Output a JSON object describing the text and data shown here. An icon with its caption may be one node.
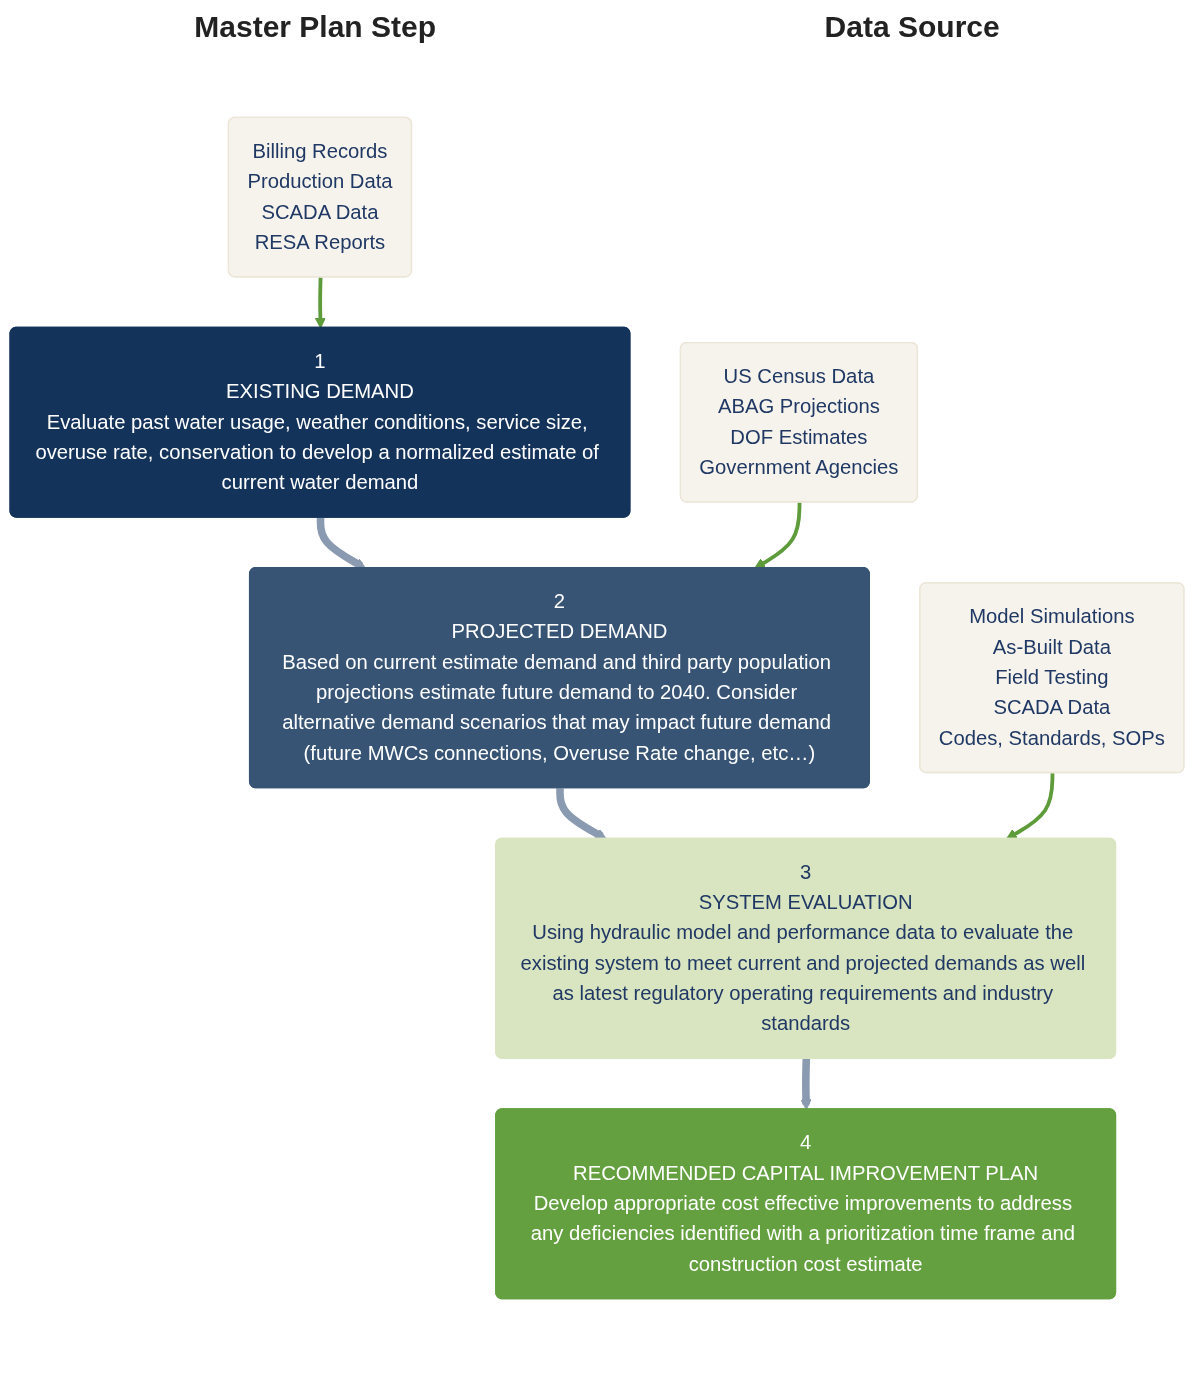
{
  "diagram": {
    "nodes": [
      {
        "text": [
          "1",
          "EXISTING DEMAND",
          "Evaluate past water usage, weather conditions, service size, overuse rate, conservation to develop a normalized estimate of current water demand"
        ]
      },
      {
        "text": [
          "Billing Records",
          "Production Data",
          "SCADA Data",
          "RESA Reports"
        ]
      },
      {
        "text": [
          "2",
          "PROJECTED DEMAND",
          "Based on current estimate demand and third party population projections estimate future demand to 2040. Consider alternative demand scenarios that may impact future demand (future MWCs connections, Overuse Rate change, etc…)"
        ]
      },
      {
        "text": [
          "US Census Data",
          "ABAG Projections",
          "DOF Estimates",
          "Government Agencies"
        ]
      },
      {
        "text": [
          "3",
          "SYSTEM EVALUATION",
          "Using hydraulic model and performance data to evaluate the existing system to meet current and projected demands as well as latest regulatory operating requirements and industry standards"
        ]
      },
      {
        "text": [
          "Model Simulations",
          "As-Built Data",
          "Field Testing",
          "SCADA Data",
          "Codes, Standards, SOPs"
        ]
      },
      {
        "text": [
          "4",
          "RECOMMENDED CAPITAL IMPROVEMENT PLAN",
          "Develop appropriate cost effective improvements to address any deficiencies identified with a prioritization time frame and construction cost estimate"
        ]
      }
    ],
    "edges": [
      {
        "from": 1,
        "to": 0,
        "arrow": "to",
        "color": "#5e9b3a"
      },
      {
        "from": 0,
        "to": 2,
        "arrow": "to",
        "style": "thick",
        "color": "#8a9ab0"
      },
      {
        "from": 3,
        "to": 2,
        "arrow": "to",
        "color": "#5e9b3a"
      },
      {
        "from": 2,
        "to": 4,
        "arrow": "to",
        "style": "thick",
        "color": "#8a9ab0"
      },
      {
        "from": 5,
        "to": 4,
        "arrow": "to",
        "color": "#5e9b3a"
      },
      {
        "from": 4,
        "to": 6,
        "arrow": "to",
        "style": "thick",
        "color": "#8a9ab0"
      }
    ],
    "labels": [
      "Master Plan Step",
      "Data Source"
    ]
  }
}
